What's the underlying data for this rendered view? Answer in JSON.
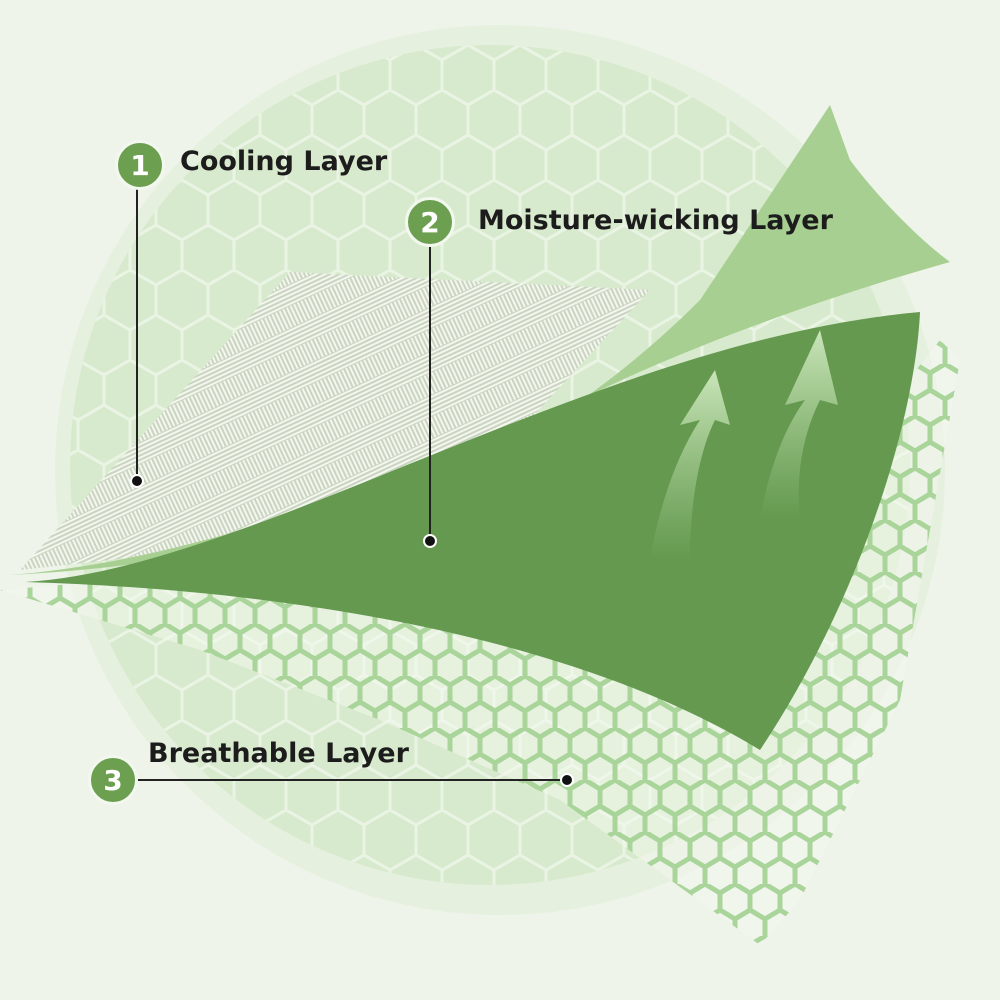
{
  "layers": [
    {
      "number": "1",
      "label": "Cooling Layer"
    },
    {
      "number": "2",
      "label": "Moisture-wicking Layer"
    },
    {
      "number": "3",
      "label": "Breathable Layer"
    }
  ],
  "colors": {
    "badge": "#6c9f50",
    "background": "#eef4ea",
    "sheet": "#64994f",
    "flap": "#a8cf92",
    "mesh": "#a9d49a"
  }
}
